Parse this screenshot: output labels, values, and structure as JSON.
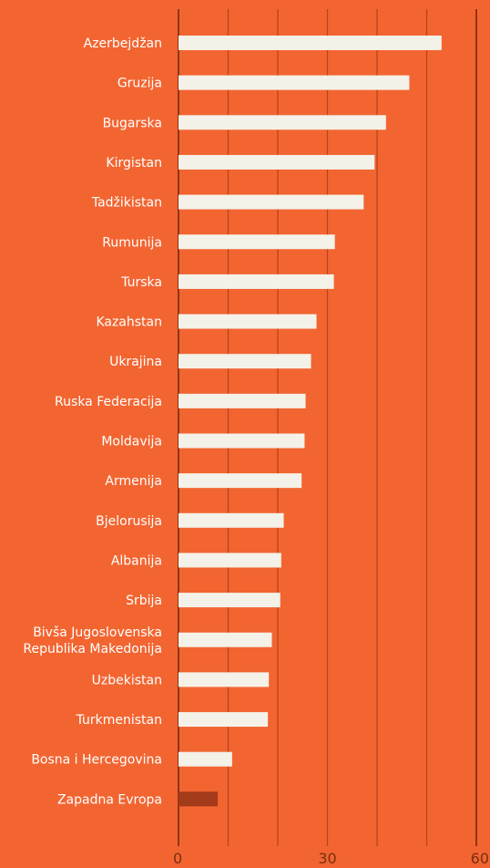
{
  "chart_data": {
    "type": "bar",
    "orientation": "horizontal",
    "categories": [
      "Azerbejdžan",
      "Gruzija",
      "Bugarska",
      "Kirgistan",
      "Tadžikistan",
      "Rumunija",
      "Turska",
      "Kazahstan",
      "Ukrajina",
      "Ruska Federacija",
      "Moldavija",
      "Armenija",
      "Bjelorusija",
      "Albanija",
      "Srbija",
      "Bivša Jugoslovenska Republika Makedonija",
      "Uzbekistan",
      "Turkmenistan",
      "Bosna i Hercegovina",
      "Zapadna Evropa"
    ],
    "values": [
      53,
      46.5,
      41.8,
      39.5,
      37.3,
      31.5,
      31.3,
      27.8,
      26.7,
      25.6,
      25.4,
      24.8,
      21.2,
      20.7,
      20.5,
      18.8,
      18.2,
      18.0,
      10.8,
      7.9
    ],
    "highlight": [
      "Zapadna Evropa"
    ],
    "xlim": [
      0,
      60
    ],
    "xticks": [
      0,
      30,
      60
    ],
    "grid": true,
    "title": "",
    "xlabel": "",
    "ylabel": ""
  },
  "colors": {
    "background": "#F26531",
    "bar": "#F4F1E8",
    "bar_highlight": "#A33A1A",
    "grid": "#B8441C",
    "grid_axis": "#8E3515",
    "label_text": "#FFFFFF",
    "tick_text": "#7A2E12"
  }
}
